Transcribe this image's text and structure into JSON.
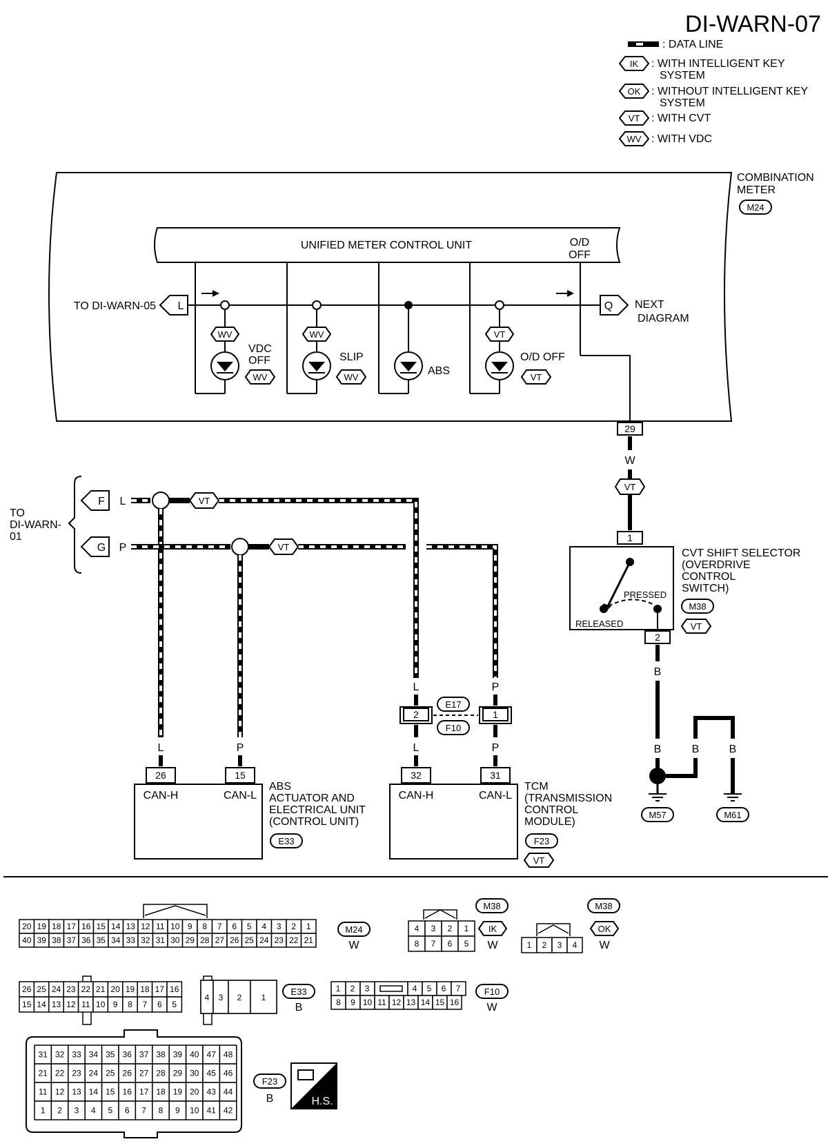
{
  "page_id": "DI-WARN-07",
  "legend": {
    "data_line": ": DATA LINE",
    "ik_tag": "IK",
    "ik_text1": ": WITH INTELLIGENT KEY",
    "ik_text2": "SYSTEM",
    "ok_tag": "OK",
    "ok_text1": ": WITHOUT INTELLIGENT KEY",
    "ok_text2": "SYSTEM",
    "vt_tag": "VT",
    "vt_text": ": WITH CVT",
    "wv_tag": "WV",
    "wv_text": ": WITH VDC"
  },
  "combination_meter": {
    "label1": "COMBINATION",
    "label2": "METER",
    "connector": "M24",
    "unit_label": "UNIFIED METER CONTROL UNIT",
    "od_label1": "O/D",
    "od_label2": "OFF",
    "to_label": "TO DI-WARN-05",
    "to_connector": "L",
    "next_connector": "Q",
    "next_label1": "NEXT",
    "next_label2": "DIAGRAM",
    "lamps": {
      "vdc1": "VDC",
      "vdc2": "OFF",
      "slip": "SLIP",
      "abs": "ABS",
      "od_off": "O/D OFF"
    },
    "pin": "29"
  },
  "wires": {
    "w": "W",
    "l": "L",
    "p": "P",
    "b": "B"
  },
  "to_block": {
    "to1": "TO",
    "to2": "DI-WARN-",
    "to3": "01",
    "f": "F",
    "g": "G"
  },
  "junction": {
    "e17": "E17",
    "f10": "F10",
    "pin_l": "2",
    "pin_p": "1"
  },
  "shift_selector": {
    "label1": "CVT SHIFT SELECTOR",
    "label2": "(OVERDRIVE",
    "label3": "CONTROL",
    "label4": "SWITCH)",
    "connector": "M38",
    "pressed": "PRESSED",
    "released": "RELEASED",
    "pin_top": "1",
    "pin_bottom": "2"
  },
  "grounds": {
    "m57": "M57",
    "m61": "M61"
  },
  "abs_unit": {
    "label1": "ABS",
    "label2": "ACTUATOR AND",
    "label3": "ELECTRICAL UNIT",
    "label4": "(CONTROL UNIT)",
    "connector": "E33",
    "pin_h": "26",
    "pin_l": "15",
    "can_h": "CAN-H",
    "can_l": "CAN-L"
  },
  "tcm": {
    "label1": "TCM",
    "label2": "(TRANSMISSION",
    "label3": "CONTROL",
    "label4": "MODULE)",
    "connector": "F23",
    "pin_h": "32",
    "pin_l": "31",
    "can_h": "CAN-H",
    "can_l": "CAN-L"
  },
  "connectors": {
    "m24": {
      "id": "M24",
      "color": "W",
      "row1": [
        "20",
        "19",
        "18",
        "17",
        "16",
        "15",
        "14",
        "13",
        "12",
        "11",
        "10",
        "9",
        "8",
        "7",
        "6",
        "5",
        "4",
        "3",
        "2",
        "1"
      ],
      "row2": [
        "40",
        "39",
        "38",
        "37",
        "36",
        "35",
        "34",
        "33",
        "32",
        "31",
        "30",
        "29",
        "28",
        "27",
        "26",
        "25",
        "24",
        "23",
        "22",
        "21"
      ]
    },
    "m38ik": {
      "id": "M38",
      "tag": "IK",
      "color": "W",
      "row1": [
        "4",
        "3",
        "2",
        "1"
      ],
      "row2": [
        "8",
        "7",
        "6",
        "5"
      ]
    },
    "m38ok": {
      "id": "M38",
      "tag": "OK",
      "color": "W",
      "row1": [
        "1",
        "2",
        "3",
        "4"
      ]
    },
    "e33": {
      "id": "E33",
      "color": "B",
      "row1": [
        "26",
        "25",
        "24",
        "23",
        "22",
        "21",
        "20",
        "19",
        "18",
        "17",
        "16"
      ],
      "row2": [
        "15",
        "14",
        "13",
        "12",
        "11",
        "10",
        "9",
        "8",
        "7",
        "6",
        "5"
      ],
      "big": [
        "4",
        "3",
        "2",
        "1"
      ]
    },
    "f10": {
      "id": "F10",
      "color": "W",
      "row1": [
        "1",
        "2",
        "3",
        "4",
        "5",
        "6",
        "7"
      ],
      "row2": [
        "8",
        "9",
        "10",
        "11",
        "12",
        "13",
        "14",
        "15",
        "16"
      ]
    },
    "f23": {
      "id": "F23",
      "color": "B",
      "rows": [
        [
          "31",
          "32",
          "33",
          "34",
          "35",
          "36",
          "37",
          "38",
          "39",
          "40",
          "47",
          "48"
        ],
        [
          "21",
          "22",
          "23",
          "24",
          "25",
          "26",
          "27",
          "28",
          "29",
          "30",
          "45",
          "46"
        ],
        [
          "11",
          "12",
          "13",
          "14",
          "15",
          "16",
          "17",
          "18",
          "19",
          "20",
          "43",
          "44"
        ],
        [
          "1",
          "2",
          "3",
          "4",
          "5",
          "6",
          "7",
          "8",
          "9",
          "10",
          "41",
          "42"
        ]
      ]
    },
    "hs": "H.S."
  }
}
